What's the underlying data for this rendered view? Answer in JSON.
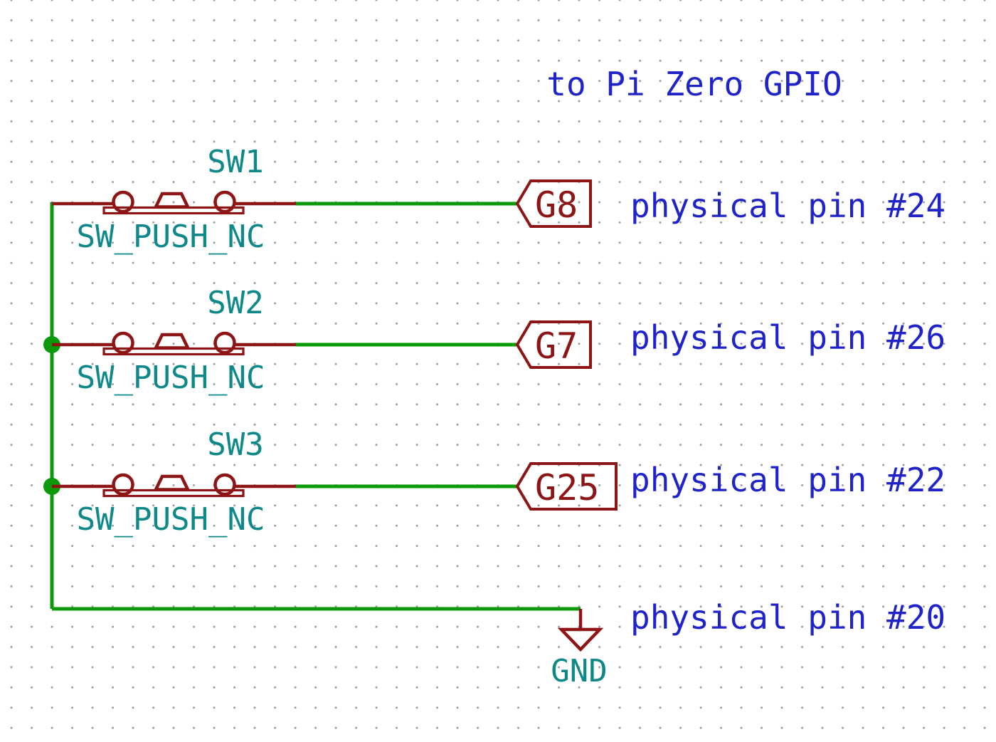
{
  "title": {
    "text": "to Pi Zero GPIO"
  },
  "rows": [
    {
      "ref": "SW1",
      "value": "SW_PUSH_NC",
      "pin_label": "G8",
      "note": "physical pin #24"
    },
    {
      "ref": "SW2",
      "value": "SW_PUSH_NC",
      "pin_label": "G7",
      "note": "physical pin #26"
    },
    {
      "ref": "SW3",
      "value": "SW_PUSH_NC",
      "pin_label": "G25",
      "note": "physical pin #22"
    }
  ],
  "ground": {
    "net": "GND",
    "note": "physical pin #20"
  },
  "colors": {
    "wire_green": "#0a9a0a",
    "symbol_red": "#8e1515",
    "field_teal": "#0e8888",
    "note_blue": "#2024c8",
    "background": "#ffffff",
    "grid_dot": "#9a9a9a"
  }
}
